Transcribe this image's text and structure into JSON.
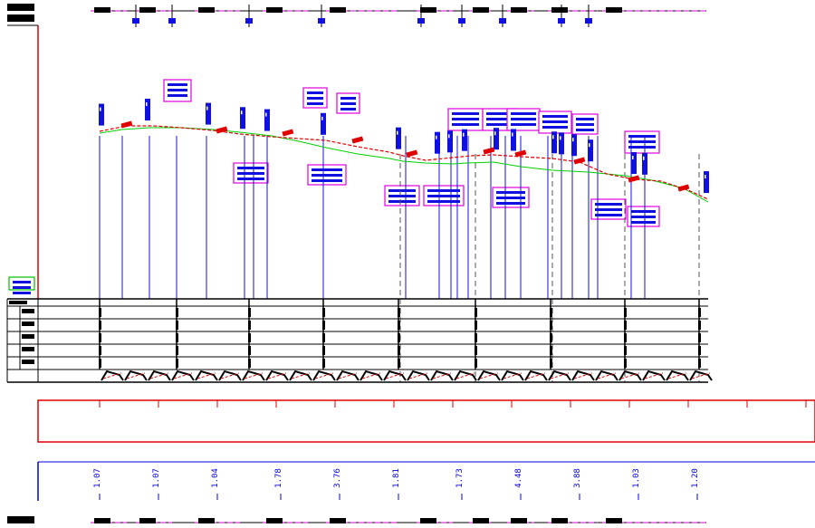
{
  "colors": {
    "background": "#ffffff",
    "frame": "#000000",
    "ground_line": "#00d000",
    "design_line": "#e00000",
    "pipes": "#1010e0",
    "callout_box": "#e000e0",
    "band_red": "#e00000",
    "band_blue": "#0000e0"
  },
  "profile": {
    "ground_points": [
      [
        110,
        147
      ],
      [
        135,
        143
      ],
      [
        165,
        141
      ],
      [
        200,
        141
      ],
      [
        235,
        143
      ],
      [
        265,
        146
      ],
      [
        300,
        150
      ],
      [
        330,
        156
      ],
      [
        360,
        163
      ],
      [
        395,
        170
      ],
      [
        430,
        175
      ],
      [
        445,
        178
      ],
      [
        470,
        180
      ],
      [
        500,
        181
      ],
      [
        515,
        180
      ],
      [
        545,
        179
      ],
      [
        575,
        184
      ],
      [
        610,
        188
      ],
      [
        650,
        190
      ],
      [
        690,
        194
      ],
      [
        720,
        199
      ],
      [
        755,
        208
      ],
      [
        782,
        223
      ]
    ],
    "design_points": [
      [
        110,
        145
      ],
      [
        140,
        139
      ],
      [
        170,
        139
      ],
      [
        200,
        141
      ],
      [
        235,
        144
      ],
      [
        265,
        148
      ],
      [
        300,
        151
      ],
      [
        330,
        153
      ],
      [
        360,
        155
      ],
      [
        395,
        162
      ],
      [
        430,
        168
      ],
      [
        445,
        172
      ],
      [
        470,
        177
      ],
      [
        500,
        174
      ],
      [
        520,
        172
      ],
      [
        545,
        171
      ],
      [
        575,
        173
      ],
      [
        610,
        175
      ],
      [
        640,
        179
      ],
      [
        670,
        192
      ],
      [
        700,
        198
      ],
      [
        730,
        200
      ],
      [
        760,
        210
      ],
      [
        782,
        220
      ]
    ],
    "solid_stations": [
      110,
      135,
      165,
      195,
      228,
      270,
      280,
      295,
      357,
      448,
      485,
      498,
      505,
      517,
      542,
      558,
      575,
      605,
      620,
      632,
      650,
      660,
      697,
      712
    ],
    "dashed_stations": [
      442,
      525,
      610,
      690,
      772
    ],
    "pipe_markers": [
      112,
      163,
      230,
      268,
      295,
      357,
      440,
      483,
      497,
      513,
      548,
      567,
      612,
      620,
      634,
      652,
      700,
      712,
      780
    ],
    "callout_boxes": [
      [
        181,
        88,
        30,
        24
      ],
      [
        335,
        97,
        26,
        22
      ],
      [
        372,
        103,
        25,
        22
      ],
      [
        258,
        180,
        38,
        22
      ],
      [
        340,
        182,
        42,
        22
      ],
      [
        425,
        205,
        38,
        22
      ],
      [
        468,
        205,
        44,
        22
      ],
      [
        495,
        120,
        38,
        24
      ],
      [
        533,
        120,
        38,
        24
      ],
      [
        560,
        120,
        36,
        24
      ],
      [
        595,
        123,
        36,
        24
      ],
      [
        632,
        126,
        28,
        22
      ],
      [
        690,
        145,
        38,
        24
      ],
      [
        544,
        207,
        40,
        22
      ],
      [
        653,
        220,
        38,
        22
      ],
      [
        693,
        228,
        35,
        22
      ],
      [
        10,
        306,
        28,
        14
      ]
    ],
    "red_labels": [
      [
        140,
        138
      ],
      [
        245,
        144
      ],
      [
        318,
        147
      ],
      [
        395,
        155
      ],
      [
        455,
        170
      ],
      [
        540,
        167
      ],
      [
        575,
        170
      ],
      [
        640,
        178
      ],
      [
        700,
        198
      ],
      [
        755,
        208
      ]
    ]
  },
  "top_strip": {
    "segments": [
      [
        100,
        140
      ],
      [
        150,
        190
      ],
      [
        215,
        265
      ],
      [
        290,
        340
      ],
      [
        360,
        440
      ],
      [
        460,
        500
      ],
      [
        518,
        545
      ],
      [
        560,
        590
      ],
      [
        605,
        660
      ],
      [
        665,
        780
      ]
    ],
    "ticks": [
      150,
      190,
      275,
      355,
      465,
      510,
      555,
      620,
      650
    ]
  },
  "table": {
    "columns": [
      110,
      195,
      275,
      357,
      440,
      525,
      608,
      690,
      772
    ]
  },
  "bottom_band": {
    "values": [
      "1.07",
      "1.07",
      "1.04",
      "1.78",
      "3.76",
      "1.81",
      "1.73",
      "4.48",
      "3.88",
      "1.03",
      "1.20"
    ],
    "value_x": [
      110,
      175,
      240,
      310,
      375,
      440,
      510,
      575,
      640,
      705,
      770
    ]
  }
}
